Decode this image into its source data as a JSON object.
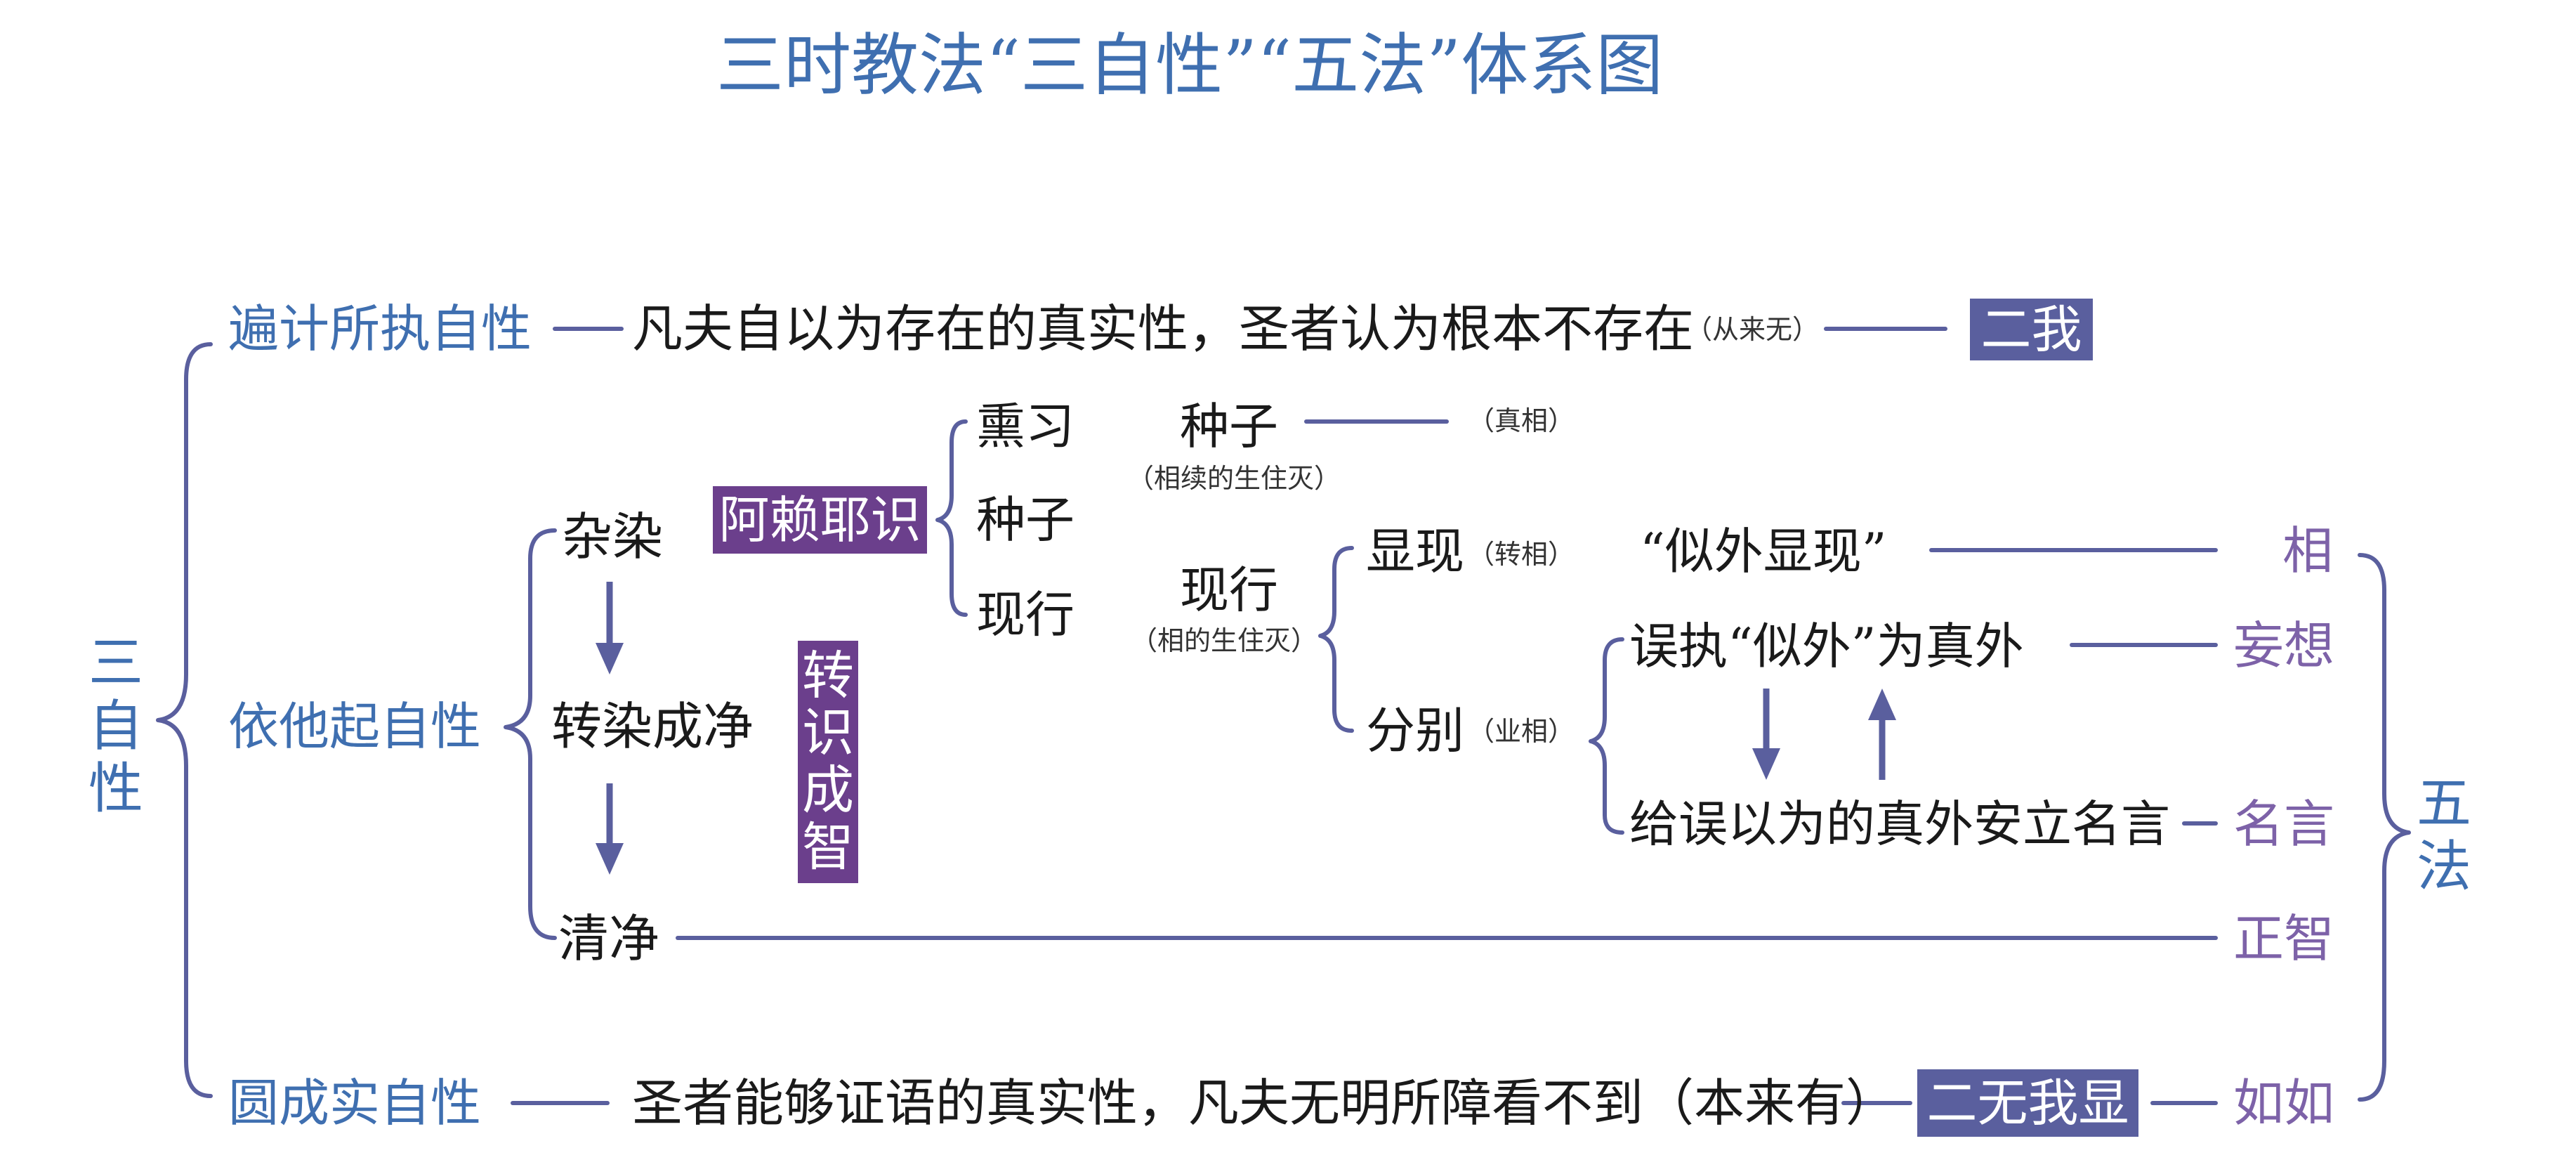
{
  "title": "三时教法“三自性”“五法”体系图",
  "left_group": {
    "chars": [
      "三",
      "自",
      "性"
    ]
  },
  "right_group": {
    "chars": [
      "五",
      "法"
    ]
  },
  "row_parikalpita": {
    "label": "遍计所执自性",
    "desc": "凡夫自以为存在的真实性，圣者认为根本不存在",
    "note": "（从来无）",
    "box": "二我"
  },
  "row_paratantra": {
    "label": "依他起自性",
    "impure": "杂染",
    "alaya_box": "阿赖耶识",
    "xunxi": "熏习",
    "zhongzi": "种子",
    "xianxing": "现行",
    "zhongzi2": "种子",
    "zhongzi2_note": "（相续的生住灭）",
    "zhenxiang": "（真相）",
    "xianxing2": "现行",
    "xianxing2_note": "（相的生住灭）",
    "xianxian": "显现",
    "xianxian_note": "（转相）",
    "fenbie": "分别",
    "fenbie_note": "（业相）",
    "siwai": "“似外显现”",
    "wuzhi": "误执“似外”为真外",
    "mingyan_desc": "给误以为的真外安立名言",
    "transform": "转染成净",
    "transform_box": [
      "转",
      "识",
      "成",
      "智"
    ],
    "pure": "清净"
  },
  "row_parinispanna": {
    "label": "圆成实自性",
    "desc": "圣者能够证语的真实性，凡夫无明所障看不到（本来有）",
    "box": "二无我显"
  },
  "five_dharmas": [
    "相",
    "妄想",
    "名言",
    "正智",
    "如如"
  ],
  "colors": {
    "line": "#5a5f9e",
    "blue_text": "#3f6fb0",
    "purple_text": "#7d62a8",
    "box_blue": "#5a5f9e",
    "box_purple": "#6b3f8c"
  }
}
